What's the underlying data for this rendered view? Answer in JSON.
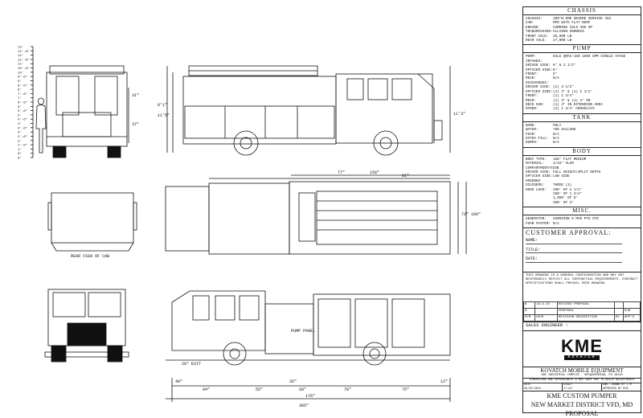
{
  "chassis": {
    "title": "CHASSIS",
    "rows": [
      [
        "CHASSIS:",
        "100\"W KME SEVERE SERVICE 4X2"
      ],
      [
        "CAB:",
        "MFD WITH FLAT ROOF"
      ],
      [
        "ENGINE:",
        "CUMMINS ISL9 450 HP"
      ],
      [
        "TRANSMISSION:",
        "ALLISON 3000EVS"
      ],
      [
        "FRONT AXLE:",
        "20,000 LB"
      ],
      [
        "REAR AXLE:",
        "27,000 LB"
      ]
    ]
  },
  "pump": {
    "title": "PUMP",
    "rows": [
      [
        "PUMP:",
        "HALE QMAX-150 1500 GPM SINGLE STAGE"
      ],
      [
        "INTAKES:",
        ""
      ],
      [
        "DRIVER SIDE:",
        "6\" & 2 1/2\""
      ],
      [
        "OFFICER SIDE:",
        "6\""
      ],
      [
        "FRONT:",
        "5\""
      ],
      [
        "REAR:",
        "N/A"
      ],
      [
        "DISCHARGES:",
        ""
      ],
      [
        "DRIVER SIDE:",
        "(2) 2-1/2\""
      ],
      [
        "OFFICER SIDE:",
        "(1) 3\" & (1) 2 1/2\""
      ],
      [
        "FRONT:",
        "(1) 1 3/4\""
      ],
      [
        "REAR:",
        "(1) 3\" & (1) 4\" OR"
      ],
      [
        "DECK GUN:",
        "(1) 3\" IN EXTENSION AREA"
      ],
      [
        "OTHER:",
        "(2) 1 3/4\" CROSSLAYS"
      ]
    ]
  },
  "tank": {
    "title": "TANK",
    "rows": [
      [
        "NAME:",
        "POLY"
      ],
      [
        "WATER:",
        "750 GALLONS"
      ],
      [
        "FOAM:",
        "N/A"
      ],
      [
        "EXTRA FILL:",
        "N/A"
      ],
      [
        "DUMPS:",
        "N/A"
      ]
    ]
  },
  "body": {
    "title": "BODY",
    "rows": [
      [
        "BODY TYPE:",
        "158\" FLAT MEDIUM"
      ],
      [
        "MATERIAL:",
        "3/16\" ALUM"
      ],
      [
        "COMPARTMENTATION",
        ""
      ],
      [
        "DRIVER SIDE:",
        "FULL HEIGHT/SPLIT DEPTH"
      ],
      [
        "OFFICER SIDE:",
        "LOW SIDE"
      ],
      [
        "HOSEBED",
        ""
      ],
      [
        "DIVIDERS:",
        "THREE (3)"
      ],
      [
        "HOSE LOAD:",
        "250' OF 2 1/2\""
      ],
      [
        "",
        "250' OF 1 3/4\""
      ],
      [
        "",
        "1,000' OF 5\""
      ],
      [
        "",
        "200' OF 3\""
      ]
    ]
  },
  "misc": {
    "title": "MISC.",
    "rows": [
      [
        "GENERATOR:",
        "HARRISON 6 MCR PTO STD"
      ],
      [
        "FOAM SYSTEM:",
        "N/A"
      ]
    ]
  },
  "approval": {
    "title": "CUSTOMER APPROVAL:",
    "name": "NAME:",
    "title_label": "TITLE:",
    "date": "DATE:"
  },
  "note": "THIS DRAWING IS A GENERAL CONFIGURATION AND MAY NOT NECESSARILY REFLECT ALL CONTRACTUAL REQUIREMENTS. CONTRACT SPECIFICATIONS SHALL PREVAIL OVER DRAWING",
  "revisions": [
    [
      "B",
      "10-9-15",
      "REVISED PROPOSAL",
      "",
      ""
    ],
    [
      "A",
      "",
      "PROPOSAL",
      "",
      "RJW"
    ],
    [
      "SYM",
      "DATE",
      "REVISION DESCRIPTION",
      "BY",
      "APP'D"
    ]
  ],
  "sales": "SALES ENGINEER :",
  "logo": {
    "mark": "KME",
    "sub": "KOVATCH"
  },
  "company": "KOVATCH MOBILE EQUIPMENT",
  "address": "ONE INDUSTRIAL COMPLEX - NESQUEHONING, PA 18240",
  "dims_note": "DIMENSIONS ARE APPROXIMATE & MAY VARY DUE TO BUILD ADJUSTMENTS",
  "meta": {
    "date_label": "DATE",
    "date": "09/25/2015",
    "scale_label": "SCALE",
    "scale": "1\"=24'",
    "drawn_label": "DWG. DRAWN BY",
    "drawn": "J.M",
    "approved_label": "APPROVED BY",
    "approved": "",
    "proj": "RLB"
  },
  "title_block": {
    "line1": "KME CUSTOM PUMPER",
    "line2": "NEW MARKET DISTRICT VFD, MD",
    "line3": "PROPOSAL"
  },
  "drawing": {
    "scale_labels": [
      "13'",
      "12'-6\"",
      "12'",
      "11'-6\"",
      "11'",
      "10'-6\"",
      "10'",
      "9'-6\"",
      "9'",
      "8'-6\"",
      "8'",
      "7'-6\"",
      "7'",
      "6'-6\"",
      "6'",
      "5'-6\"",
      "5'",
      "4'-6\"",
      "4'",
      "3'-6\"",
      "3'",
      "2'-6\"",
      "2'",
      "1'-6\"",
      "1'",
      "6\"",
      "0'"
    ],
    "dim_rear_upper": "31\"",
    "dim_rear_lower": "37\"",
    "dim_side_overall": "11'5\"",
    "dim_side_left": "8'1\"",
    "dim_side_right": "11'3\"",
    "dim_top_77": "77\"",
    "dim_top_158": "158\"",
    "dim_top_81": "81\"",
    "dim_top_72": "72\"",
    "dim_top_100": "100\"",
    "rear_view_label": "REAR VIEW OF CAB",
    "pump_panel_label": "PUMP PANEL",
    "exit_label": "20° EXIT",
    "bottom_dims": {
      "d1": "48\"",
      "d2": "94\"",
      "d3": "55\"",
      "d4": "35\"",
      "d5": "60\"",
      "d6": "79\"",
      "d7": "75\"",
      "d8": "12\"",
      "d9": "176\"",
      "d10": "365\""
    }
  }
}
